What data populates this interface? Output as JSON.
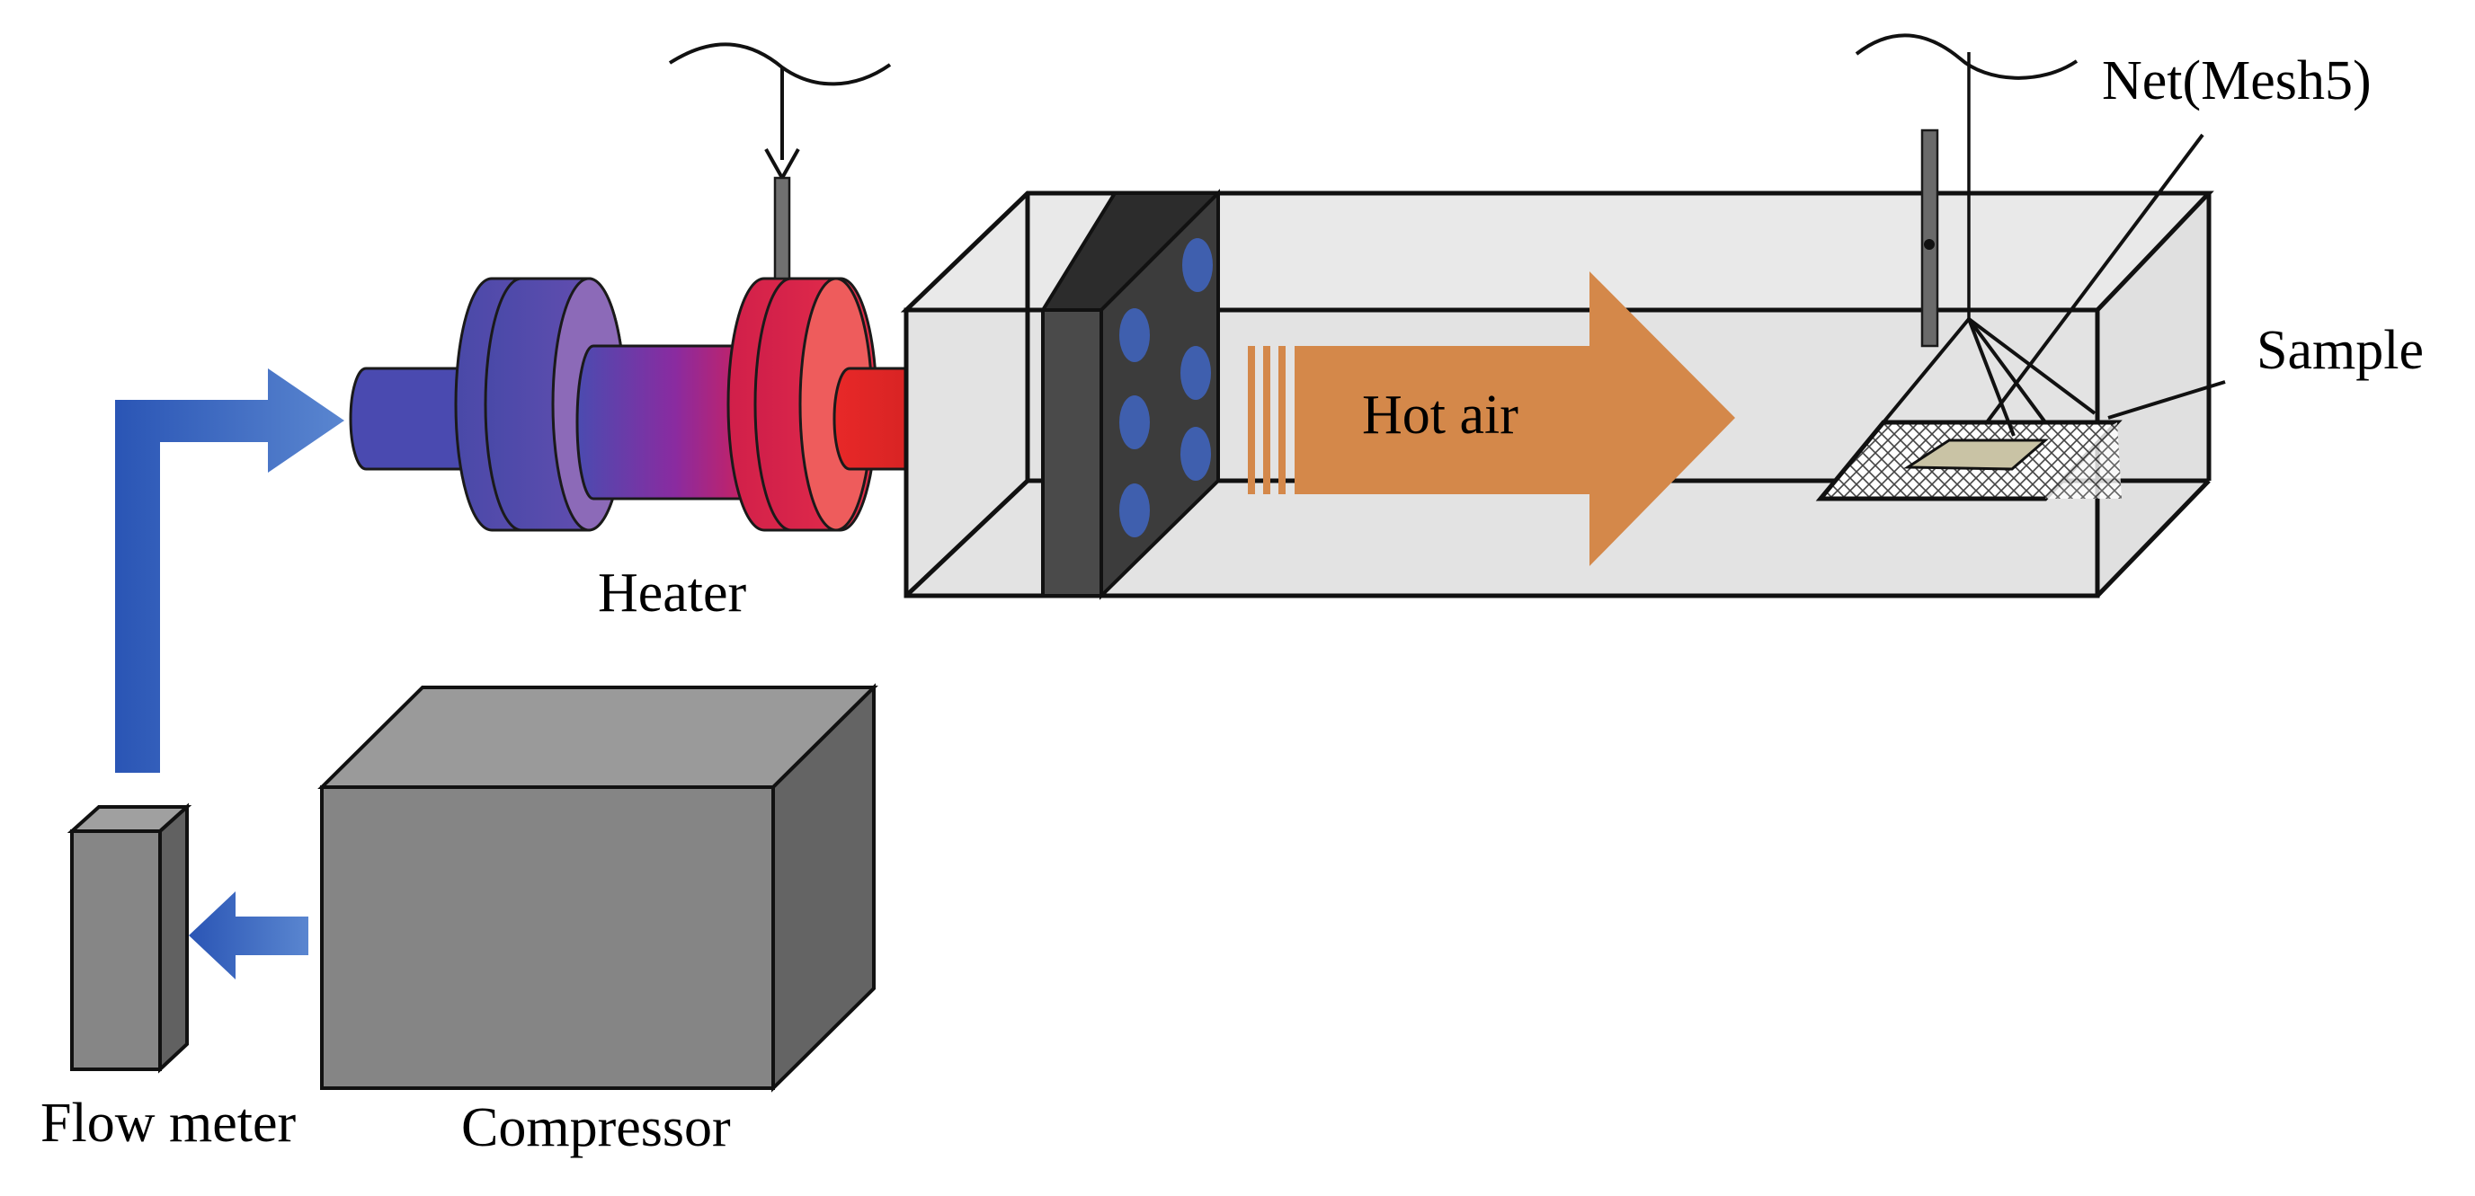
{
  "labels": {
    "heater": "Heater",
    "hot_air": "Hot air",
    "net": "Net(Mesh5)",
    "sample": "Sample",
    "flow_meter": "Flow meter",
    "compressor": "Compressor"
  },
  "colors": {
    "flow_arrow": "#3f6fc0",
    "hot_air_arrow": "#d4884a",
    "heater_cold": "#4a4aa8",
    "heater_hot": "#e0203a",
    "duct_fill": "#e6e6e6",
    "compressor": "#858585",
    "honeycomb": "#383838"
  }
}
